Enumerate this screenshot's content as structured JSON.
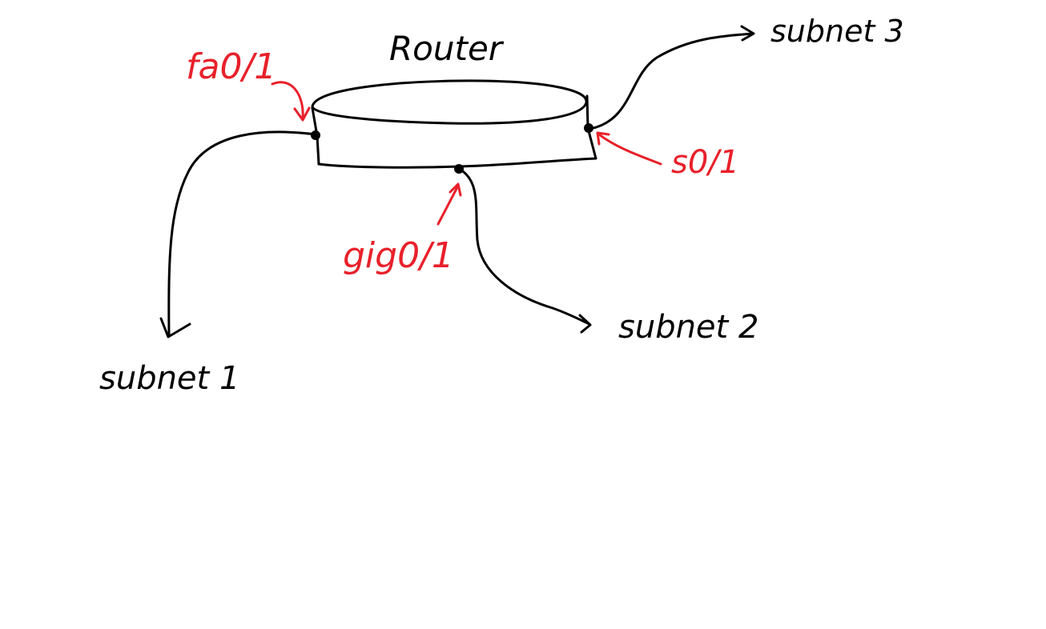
{
  "colors": {
    "ink": "#000000",
    "annotation": "#e8202a",
    "background": "#ffffff"
  },
  "labels": {
    "router": "Router",
    "subnet1": "subnet 1",
    "subnet2": "subnet 2",
    "subnet3": "subnet 3",
    "fa01": "fa0/1",
    "gig01": "gig0/1",
    "s01": "s0/1"
  }
}
